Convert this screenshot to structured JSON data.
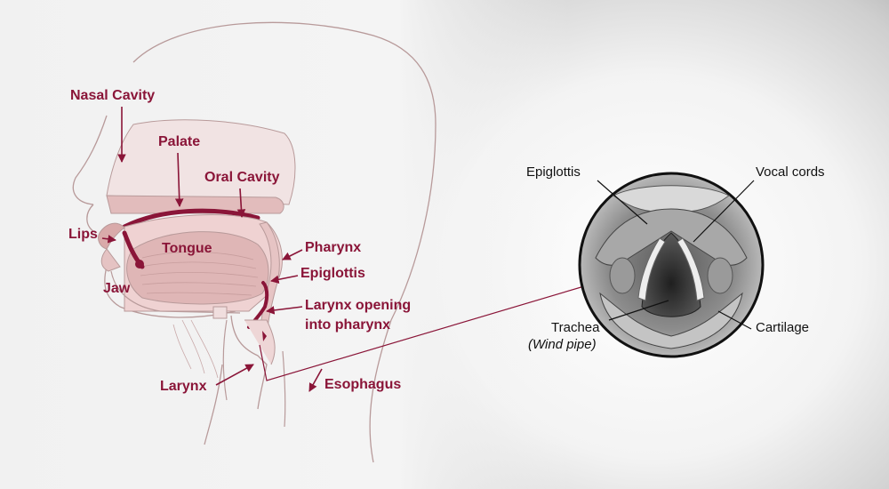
{
  "colors": {
    "label": "#8a1538",
    "tissue": "#e9c7c7",
    "line": "#8a1538"
  },
  "left_labels": {
    "nasal_cavity": "Nasal Cavity",
    "palate": "Palate",
    "oral_cavity": "Oral Cavity",
    "lips": "Lips",
    "tongue": "Tongue",
    "jaw": "Jaw",
    "pharynx": "Pharynx",
    "epiglottis": "Epiglottis",
    "larynx_opening_line1": "Larynx opening",
    "larynx_opening_line2": "into pharynx",
    "larynx": "Larynx",
    "esophagus": "Esophagus"
  },
  "right_labels": {
    "epiglottis": "Epiglottis",
    "vocal_cords": "Vocal cords",
    "trachea": "Trachea",
    "wind_pipe": "(Wind pipe)",
    "cartilage": "Cartilage"
  }
}
